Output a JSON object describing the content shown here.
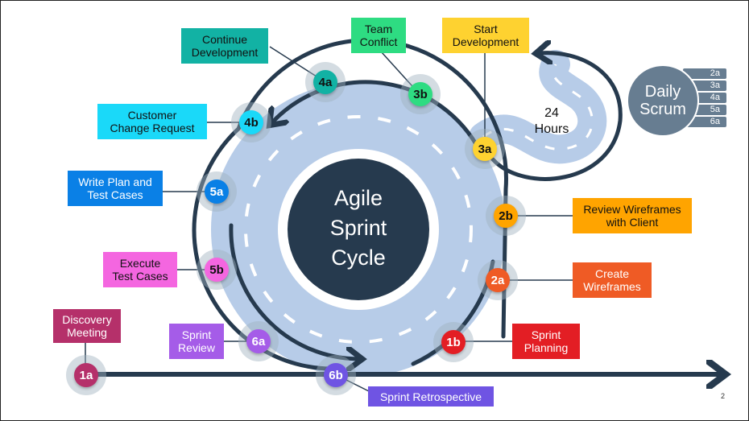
{
  "center": {
    "title": "Agile\nSprint\nCycle"
  },
  "loop": {
    "label": "24\nHours"
  },
  "daily_scrum": {
    "title": "Daily\nScrum",
    "items": [
      "2a",
      "3a",
      "4a",
      "5a",
      "6a"
    ]
  },
  "steps": [
    {
      "id": "1a",
      "label": "Discovery\nMeeting",
      "color": "#b5306a",
      "text_color": "#ffffff"
    },
    {
      "id": "1b",
      "label": "Sprint\nPlanning",
      "color": "#e31e24",
      "text_color": "#ffffff"
    },
    {
      "id": "2a",
      "label": "Create\nWireframes",
      "color": "#ef5b25",
      "text_color": "#ffffff"
    },
    {
      "id": "2b",
      "label": "Review Wireframes\nwith Client",
      "color": "#ffa400",
      "text_color": "#111111"
    },
    {
      "id": "3a",
      "label": "Start\nDevelopment",
      "color": "#fed230",
      "text_color": "#111111"
    },
    {
      "id": "3b",
      "label": "Team\nConflict",
      "color": "#2edc82",
      "text_color": "#111111"
    },
    {
      "id": "4a",
      "label": "Continue\nDevelopment",
      "color": "#12b2a4",
      "text_color": "#111111"
    },
    {
      "id": "4b",
      "label": "Customer\nChange Request",
      "color": "#1ad9f9",
      "text_color": "#111111"
    },
    {
      "id": "5a",
      "label": "Write Plan and\nTest Cases",
      "color": "#0a80e6",
      "text_color": "#ffffff"
    },
    {
      "id": "5b",
      "label": "Execute\nTest Cases",
      "color": "#f466e0",
      "text_color": "#111111"
    },
    {
      "id": "6a",
      "label": "Sprint\nReview",
      "color": "#a55ce8",
      "text_color": "#ffffff"
    },
    {
      "id": "6b",
      "label": "Sprint Retrospective",
      "color": "#6f54e3",
      "text_color": "#ffffff"
    }
  ],
  "colors": {
    "track": "#b7cce8",
    "dark": "#263a4e",
    "scrum": "#677d91"
  },
  "page_number": "2"
}
